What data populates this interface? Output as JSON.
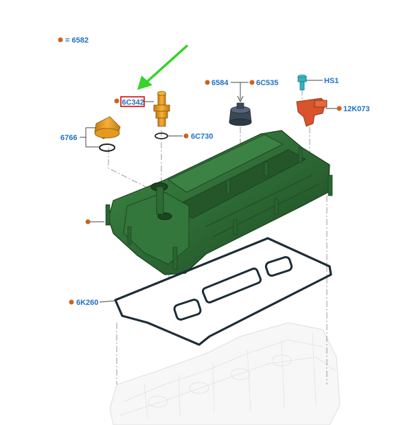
{
  "colors": {
    "label_text": "#1f6fc4",
    "bullet": "#c8641e",
    "cover_green": "#2e6b35",
    "highlight_box": "#e02020",
    "arrow": "#37d22a",
    "gasket": "#1d2d36",
    "orange_part": "#e39a1f",
    "sensor_part": "#d9532b",
    "bolt_part": "#32b5c2",
    "grommet_part": "#3b4a57"
  },
  "legend": {
    "text": "= 6582"
  },
  "labels": {
    "p6C342": "6C342",
    "p6584": "6584",
    "p6C535": "6C535",
    "pHS1": "HS1",
    "p12K073": "12K073",
    "p6766": "6766",
    "p6C730": "6C730",
    "p6K260": "6K260"
  }
}
